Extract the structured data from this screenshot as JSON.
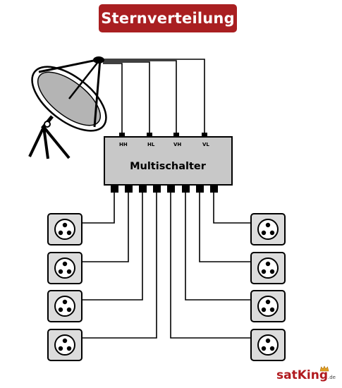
{
  "title": "Sternverteilung",
  "multiswitch": {
    "label": "Multischalter",
    "inputs": [
      "HH",
      "HL",
      "VH",
      "VL"
    ],
    "output_count": 8
  },
  "sockets": {
    "count": 8
  },
  "logo": {
    "main": "satKing",
    "suffix": ".de"
  },
  "colors": {
    "title_bg": "#a91f21",
    "title_text": "#ffffff",
    "switch_fill": "#c8c8c8",
    "socket_fill": "#dcdcdc",
    "lines": "#000000",
    "logo": "#b11a1f"
  },
  "icons": [
    "satellite-dish-icon",
    "multiswitch-icon",
    "wall-socket-icon"
  ]
}
